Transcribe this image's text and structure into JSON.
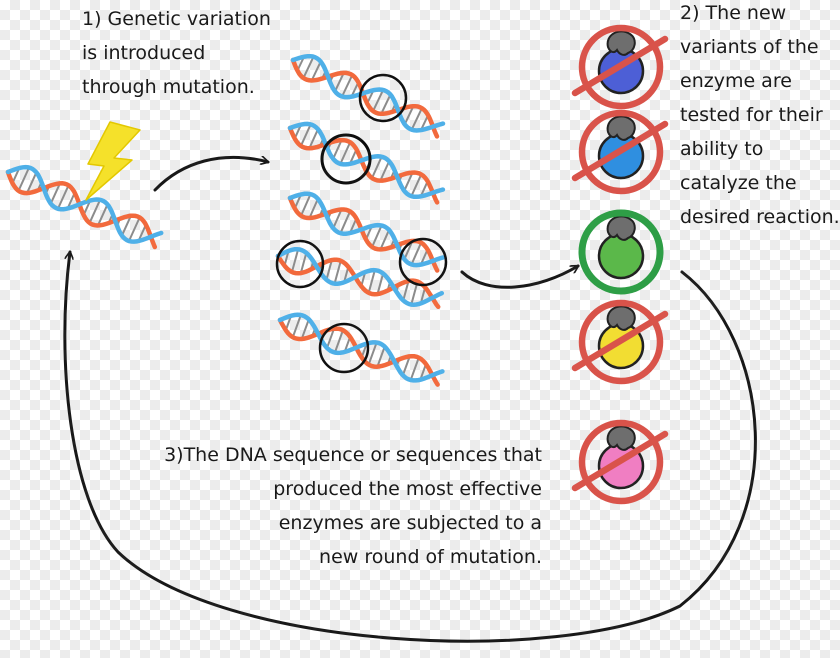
{
  "steps": {
    "step1": [
      "1) Genetic variation",
      "is introduced",
      "through mutation."
    ],
    "step2": [
      "2) The new",
      "variants of the",
      "enzyme are",
      "tested for their",
      "ability to",
      "catalyze the",
      "desired reaction."
    ],
    "step3": [
      "3)The DNA sequence or sequences that",
      "produced  the most effective",
      "enzymes are subjected to a",
      "new round of mutation."
    ]
  },
  "colors": {
    "dna_strand_a": "#f26a3d",
    "dna_strand_b": "#4fb0e8",
    "base_pairs": "#8c8c8c",
    "lightning": "#f5e12a",
    "reject_mark": "#d9534a",
    "accept_ring": "#2e9e46",
    "arrow": "#1a1a1a"
  },
  "enzyme_variants": [
    {
      "color": "#4d5fd6",
      "selected": false
    },
    {
      "color": "#2f8fe0",
      "selected": false
    },
    {
      "color": "#5bb84a",
      "selected": true
    },
    {
      "color": "#f2dd32",
      "selected": false
    },
    {
      "color": "#f07ec2",
      "selected": false
    }
  ],
  "icons": {
    "mutation": "lightning-bolt-icon",
    "reject": "prohibition-sign-icon",
    "accept": "green-ring-icon"
  }
}
